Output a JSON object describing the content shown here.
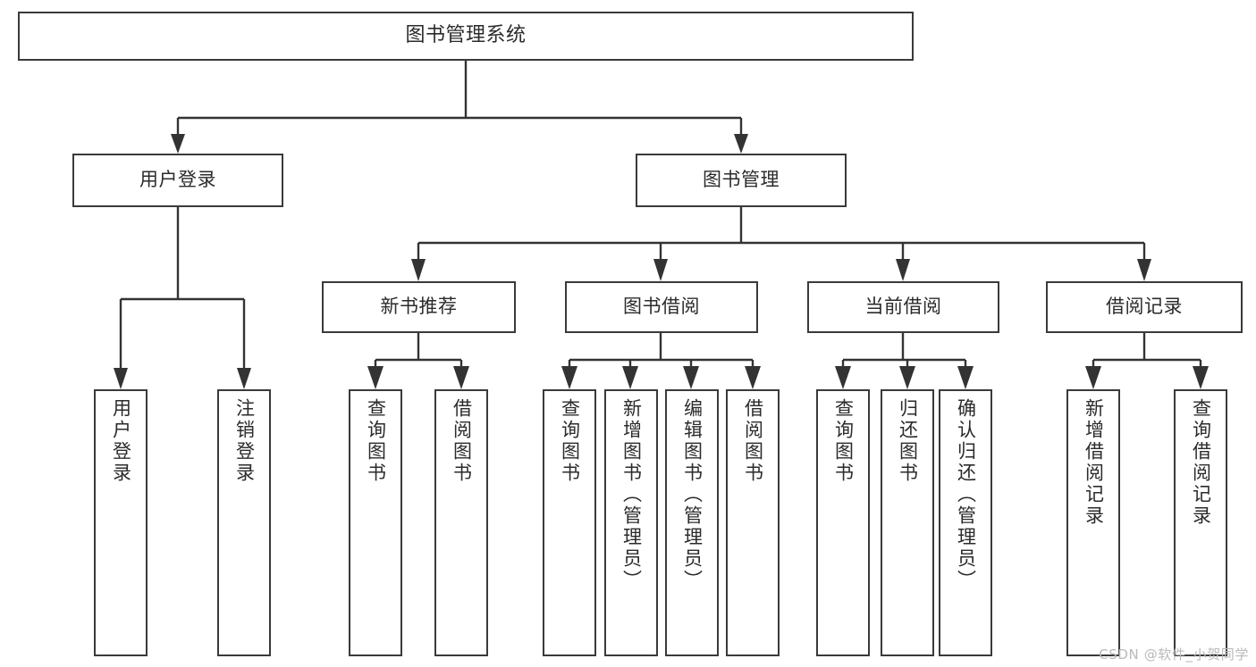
{
  "diagram": {
    "title": "图书管理系统",
    "type": "tree-hierarchy",
    "root": {
      "label": "图书管理系统"
    },
    "level2": [
      {
        "label": "用户登录"
      },
      {
        "label": "图书管理"
      }
    ],
    "level3": [
      {
        "label": "新书推荐"
      },
      {
        "label": "图书借阅"
      },
      {
        "label": "当前借阅"
      },
      {
        "label": "借阅记录"
      }
    ],
    "leaves": {
      "user_login": [
        {
          "label": "用户登录"
        },
        {
          "label": "注销登录"
        }
      ],
      "new_book_recommend": [
        {
          "label": "查询图书"
        },
        {
          "label": "借阅图书"
        }
      ],
      "book_borrow": [
        {
          "label": "查询图书"
        },
        {
          "label": "新增图书（管理员）"
        },
        {
          "label": "编辑图书（管理员）"
        },
        {
          "label": "借阅图书"
        }
      ],
      "current_borrow": [
        {
          "label": "查询图书"
        },
        {
          "label": "归还图书"
        },
        {
          "label": "确认归还（管理员）"
        }
      ],
      "borrow_record": [
        {
          "label": "新增借阅记录"
        },
        {
          "label": "查询借阅记录"
        }
      ]
    }
  },
  "watermark": {
    "text": "CSDN @软件_小贺同学"
  },
  "colors": {
    "box_border": "#3a3a3a",
    "connector": "#333333",
    "text": "#2b2b2b",
    "background": "#ffffff",
    "watermark": "#b9b9b9"
  }
}
